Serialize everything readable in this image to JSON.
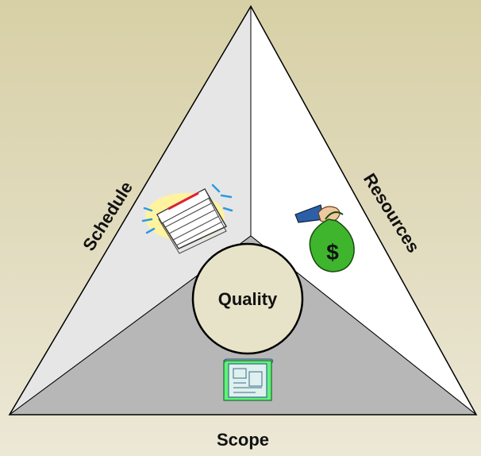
{
  "diagram": {
    "labels": {
      "schedule": "Schedule",
      "resources": "Resources",
      "scope": "Scope",
      "center": "Quality"
    },
    "icons": {
      "schedule": "calendar-icon",
      "resources": "money-bag-icon",
      "scope": "blueprint-icon"
    },
    "money_symbol": "$",
    "colors": {
      "background": "#d9d3ad",
      "schedule_face": "#e6e6e6",
      "resources_face": "#ffffff",
      "scope_face": "#b5b5b5",
      "center_circle": "#e7e3c9",
      "outline": "#000000"
    }
  }
}
